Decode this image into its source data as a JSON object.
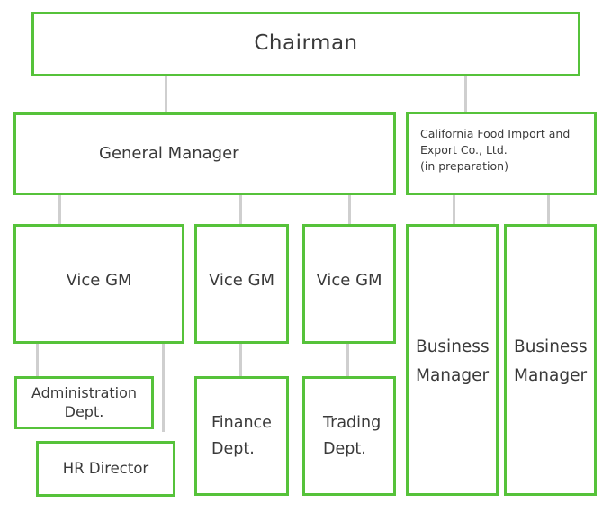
{
  "chart_title": "",
  "nodes": {
    "chairman": "Chairman",
    "general_manager": "General Manager",
    "california_food": "California Food Import and\nExport Co., Ltd.\n(in preparation)",
    "vice_gm_1": "Vice GM",
    "vice_gm_2": "Vice GM",
    "vice_gm_3": "Vice GM",
    "business_manager_1": "Business\nManager",
    "business_manager_2": "Business\nManager",
    "administration_dept": "Administration\nDept.",
    "hr_director": "HR Director",
    "finance_dept": "Finance\nDept.",
    "trading_dept": "Trading\nDept."
  },
  "edges": [
    [
      "chairman",
      "general_manager"
    ],
    [
      "chairman",
      "california_food"
    ],
    [
      "general_manager",
      "vice_gm_1"
    ],
    [
      "general_manager",
      "vice_gm_2"
    ],
    [
      "general_manager",
      "vice_gm_3"
    ],
    [
      "california_food",
      "business_manager_1"
    ],
    [
      "california_food",
      "business_manager_2"
    ],
    [
      "vice_gm_1",
      "administration_dept"
    ],
    [
      "vice_gm_1",
      "hr_director"
    ],
    [
      "vice_gm_2",
      "finance_dept"
    ],
    [
      "vice_gm_3",
      "trading_dept"
    ]
  ],
  "colors": {
    "border": "#56c23a",
    "connector": "#cfcfcf",
    "text": "#3a3a3a"
  }
}
